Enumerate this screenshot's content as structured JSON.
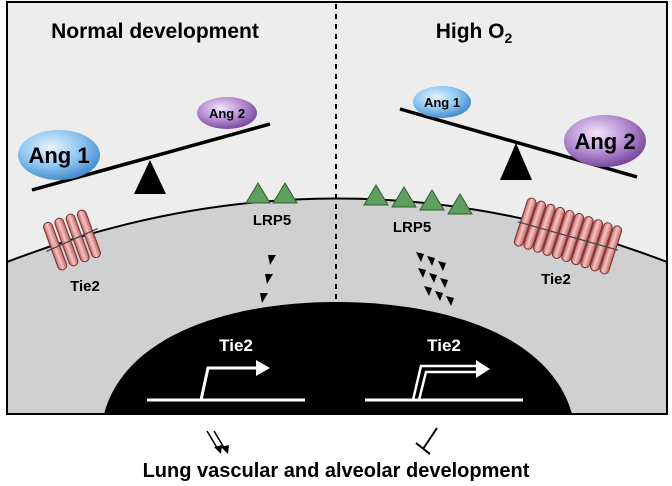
{
  "panels": {
    "left": {
      "title": "Normal development",
      "ang1_label": "Ang 1",
      "ang2_label": "Ang 2",
      "receptor_label": "Tie2",
      "lrp5_label": "LRP5",
      "gene_label": "Tie2"
    },
    "right": {
      "title": "High O",
      "title_sub": "2",
      "ang1_label": "Ang 1",
      "ang2_label": "Ang 2",
      "receptor_label": "Tie2",
      "lrp5_label": "LRP5",
      "gene_label": "Tie2"
    }
  },
  "footer": {
    "outcome_label": "Lung vascular and alveolar development"
  },
  "colors": {
    "cytoplasm": "#d0d0d0",
    "upper_bg": "#ededed",
    "nucleus": "#000000",
    "ang1": "#5aa6e0",
    "ang2": "#8e60b0",
    "lrp5": "#5e9e5e",
    "tie2": "#e19a9a"
  },
  "icons": [
    "fulcrum-triangle",
    "lrp5-triangle",
    "tie2-receptor",
    "signal-arrowhead",
    "gene-promoter-arrow",
    "stimulate-double-arrow",
    "inhibit-tbar"
  ]
}
